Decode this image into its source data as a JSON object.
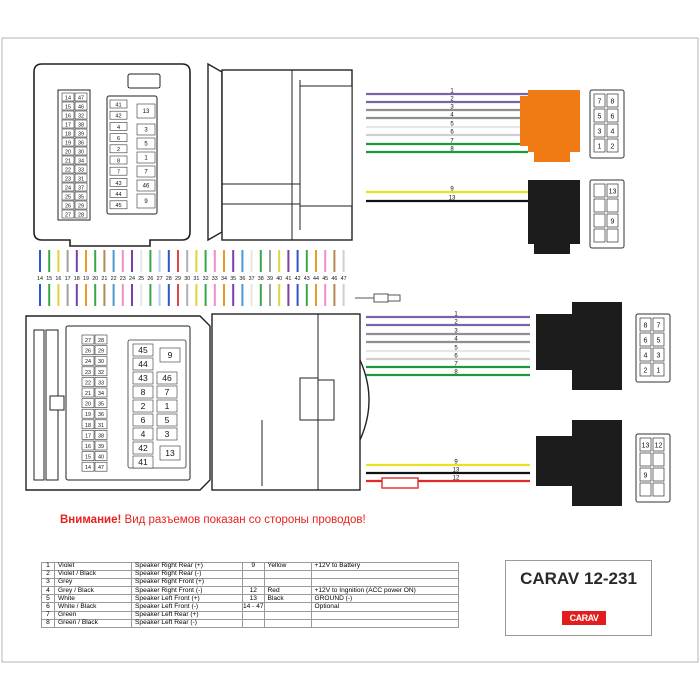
{
  "warning": {
    "bold": "Внимание!",
    "text": " Вид разъемов показан со стороны проводов!"
  },
  "brand": {
    "model": "CARAV 12-231",
    "logo": "CARAV"
  },
  "left_connector_top": {
    "pins": [
      "14",
      "47",
      "15",
      "46",
      "16",
      "32",
      "17",
      "38",
      "18",
      "39",
      "19",
      "36",
      "20",
      "30",
      "21",
      "34",
      "22",
      "33",
      "23",
      "31",
      "24",
      "37",
      "25",
      "35",
      "26",
      "29",
      "27",
      "28"
    ],
    "module_pins": [
      "41",
      "42",
      "4",
      "6",
      "2",
      "8",
      "7",
      "43",
      "44",
      "45"
    ],
    "module_right": [
      "13",
      "3",
      "5",
      "1",
      "7",
      "46",
      "9"
    ]
  },
  "left_connector_bottom": {
    "pins_left": [
      "27",
      "26",
      "24",
      "23",
      "22",
      "21",
      "20",
      "19",
      "18",
      "17",
      "16",
      "15",
      "14"
    ],
    "pins_right": [
      "28",
      "29",
      "30",
      "32",
      "33",
      "34",
      "35",
      "36",
      "31",
      "38",
      "39",
      "40",
      "47"
    ],
    "module_pins": [
      "45",
      "9",
      "44",
      "43",
      "46",
      "8",
      "7",
      "2",
      "1",
      "6",
      "5",
      "4",
      "3",
      "42",
      "41",
      "13"
    ]
  },
  "harness_top": {
    "wires": [
      {
        "num": "1",
        "color": "#7b63a9"
      },
      {
        "num": "2",
        "color": "#7b63a9"
      },
      {
        "num": "3",
        "color": "#8f8f8f"
      },
      {
        "num": "4",
        "color": "#8f8f8f"
      },
      {
        "num": "5",
        "color": "#e6e6e6"
      },
      {
        "num": "6",
        "color": "#cfcfcf"
      },
      {
        "num": "7",
        "color": "#1a9a3a"
      },
      {
        "num": "8",
        "color": "#1a9a3a"
      }
    ],
    "wires2": [
      {
        "num": "9",
        "color": "#ece024"
      },
      {
        "num": "13",
        "color": "#111111"
      }
    ],
    "connector_a": [
      "7",
      "8",
      "5",
      "6",
      "3",
      "4",
      "1",
      "2"
    ],
    "connector_b": [
      "13",
      "9"
    ]
  },
  "optional_wires": {
    "labels": [
      "14",
      "15",
      "16",
      "17",
      "18",
      "19",
      "20",
      "21",
      "22",
      "23",
      "24",
      "25",
      "26",
      "27",
      "28",
      "29",
      "30",
      "31",
      "32",
      "33",
      "34",
      "35",
      "36",
      "37",
      "38",
      "39",
      "40",
      "41",
      "42",
      "43",
      "44",
      "45",
      "46",
      "47"
    ],
    "colors": [
      "#2f56c8",
      "#3aa648",
      "#e0d43a",
      "#a0a0a0",
      "#7b3fa8",
      "#e89a2a",
      "#3aa648",
      "#b08a55",
      "#4a98d0",
      "#ef8ec0",
      "#7b3fa8",
      "#e6e6e6",
      "#3aa648",
      "#b8d0f0",
      "#2f56c8",
      "#e04545",
      "#b0b0b0",
      "#e0d43a",
      "#3aa648",
      "#ef8ec0",
      "#e89a2a",
      "#7b3fa8",
      "#4a98d0",
      "#e6e6e6",
      "#3aa648",
      "#a0a0a0",
      "#e0d43a",
      "#7b3fa8",
      "#2f56c8",
      "#3aa648",
      "#e89a2a",
      "#ef8ec0",
      "#b08a55",
      "#d0d0d0"
    ]
  },
  "harness_bottom": {
    "wires": [
      {
        "num": "1",
        "color": "#7b63a9"
      },
      {
        "num": "2",
        "color": "#7b63a9"
      },
      {
        "num": "3",
        "color": "#8f8f8f"
      },
      {
        "num": "4",
        "color": "#8f8f8f"
      },
      {
        "num": "5",
        "color": "#e6e6e6"
      },
      {
        "num": "6",
        "color": "#cfcfcf"
      },
      {
        "num": "7",
        "color": "#1a9a3a"
      },
      {
        "num": "8",
        "color": "#1a9a3a"
      }
    ],
    "wires2": [
      {
        "num": "9",
        "color": "#ece024"
      },
      {
        "num": "13",
        "color": "#111111"
      },
      {
        "num": "12",
        "color": "#e02a2a"
      }
    ],
    "connector_a": [
      "8",
      "7",
      "6",
      "5",
      "4",
      "3",
      "2",
      "1"
    ],
    "connector_b": [
      "13",
      "12",
      "9"
    ]
  },
  "legend": {
    "rows": [
      [
        "1",
        "Violet",
        "Speaker Right Rear (+)",
        "9",
        "Yellow",
        "+12V to Battery"
      ],
      [
        "2",
        "Violet / Black",
        "Speaker Right Rear (-)",
        "",
        "",
        ""
      ],
      [
        "3",
        "Grey",
        "Speaker Right Front (+)",
        "",
        "",
        ""
      ],
      [
        "4",
        "Grey / Black",
        "Speaker Right Front (-)",
        "12",
        "Red",
        "+12V to Ingnition (ACC power ON)"
      ],
      [
        "5",
        "White",
        "Speaker Left Front (+)",
        "13",
        "Black",
        "GROUND (-)"
      ],
      [
        "6",
        "White / Black",
        "Speaker Left Front (-)",
        "14 - 47",
        "",
        "Optional"
      ],
      [
        "7",
        "Green",
        "Speaker Left Rear (+)",
        "",
        "",
        ""
      ],
      [
        "8",
        "Green / Black",
        "Speaker Left Rear (-)",
        "",
        "",
        ""
      ]
    ]
  }
}
